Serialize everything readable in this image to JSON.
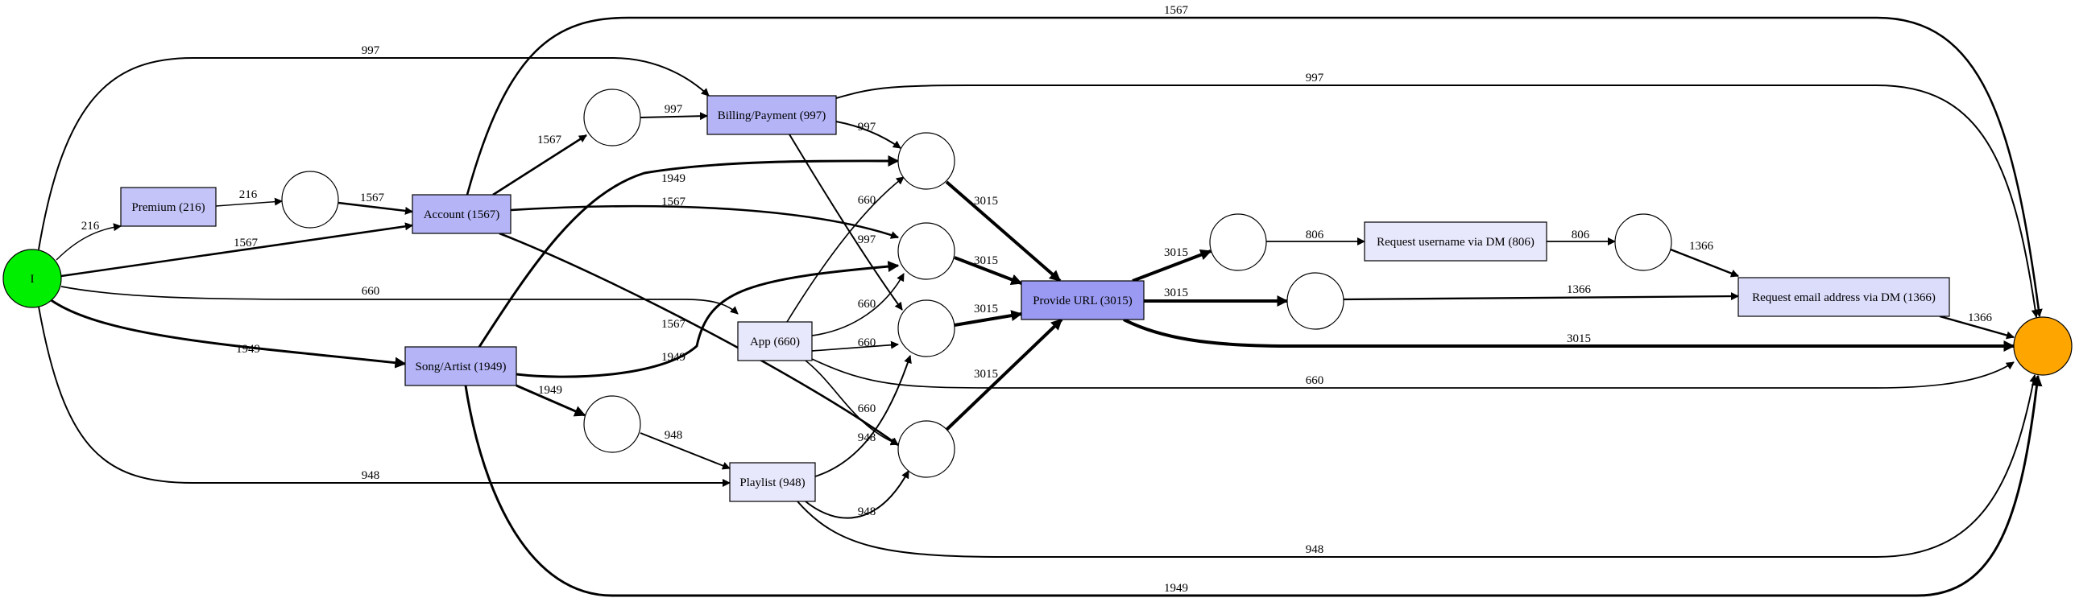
{
  "colors": {
    "start_place": "#00ee00",
    "end_place": "#ffa500",
    "stroke": "#000000",
    "activity_fills": [
      "#c4c4f9",
      "#b4b4f7",
      "#9a9af2",
      "#e8e8fc",
      "#dcdcfb"
    ]
  },
  "start_place": {
    "label": "I"
  },
  "activities": [
    {
      "id": "premium",
      "label": "Premium (216)",
      "count": 216
    },
    {
      "id": "account",
      "label": "Account (1567)",
      "count": 1567
    },
    {
      "id": "billing",
      "label": "Billing/Payment (997)",
      "count": 997
    },
    {
      "id": "song",
      "label": "Song/Artist (1949)",
      "count": 1949
    },
    {
      "id": "app",
      "label": "App (660)",
      "count": 660
    },
    {
      "id": "playlist",
      "label": "Playlist (948)",
      "count": 948
    },
    {
      "id": "provide",
      "label": "Provide URL (3015)",
      "count": 3015
    },
    {
      "id": "username",
      "label": "Request username via DM (806)",
      "count": 806
    },
    {
      "id": "email",
      "label": "Request email address via DM (1366)",
      "count": 1366
    }
  ],
  "edges": [
    {
      "from": "start",
      "to": "premium",
      "label": "216"
    },
    {
      "from": "premium",
      "to": "p1",
      "label": "216"
    },
    {
      "from": "p1",
      "to": "account",
      "label": "1567"
    },
    {
      "from": "start",
      "to": "account",
      "label": "1567"
    },
    {
      "from": "start",
      "to": "billing",
      "label": "997"
    },
    {
      "from": "start",
      "to": "app",
      "label": "660"
    },
    {
      "from": "start",
      "to": "song",
      "label": "1949"
    },
    {
      "from": "start",
      "to": "playlist",
      "label": "948"
    },
    {
      "from": "account",
      "to": "p2",
      "label": "1567"
    },
    {
      "from": "p2",
      "to": "billing",
      "label": "997"
    },
    {
      "from": "account",
      "to": "p5",
      "label": "1567"
    },
    {
      "from": "account",
      "to": "p7",
      "label": "1567"
    },
    {
      "from": "account",
      "to": "end",
      "label": "1567"
    },
    {
      "from": "billing",
      "to": "p4",
      "label": "997"
    },
    {
      "from": "billing",
      "to": "p6",
      "label": "997"
    },
    {
      "from": "billing",
      "to": "end",
      "label": "997"
    },
    {
      "from": "song",
      "to": "p4",
      "label": "1949"
    },
    {
      "from": "song",
      "to": "p5",
      "label": "1949"
    },
    {
      "from": "song",
      "to": "p3",
      "label": "1949"
    },
    {
      "from": "song",
      "to": "end",
      "label": "1949"
    },
    {
      "from": "p3",
      "to": "playlist",
      "label": "948"
    },
    {
      "from": "app",
      "to": "p4",
      "label": "660"
    },
    {
      "from": "app",
      "to": "p5",
      "label": "660"
    },
    {
      "from": "app",
      "to": "p6",
      "label": "660"
    },
    {
      "from": "app",
      "to": "p7",
      "label": "660"
    },
    {
      "from": "app",
      "to": "end",
      "label": "660"
    },
    {
      "from": "playlist",
      "to": "p6",
      "label": "948"
    },
    {
      "from": "playlist",
      "to": "p7",
      "label": "948"
    },
    {
      "from": "playlist",
      "to": "end",
      "label": "948"
    },
    {
      "from": "p4",
      "to": "provide",
      "label": "3015"
    },
    {
      "from": "p5",
      "to": "provide",
      "label": "3015"
    },
    {
      "from": "p6",
      "to": "provide",
      "label": "3015"
    },
    {
      "from": "p7",
      "to": "provide",
      "label": "3015"
    },
    {
      "from": "provide",
      "to": "p8",
      "label": "3015"
    },
    {
      "from": "provide",
      "to": "p9",
      "label": "3015"
    },
    {
      "from": "provide",
      "to": "end",
      "label": "3015"
    },
    {
      "from": "p8",
      "to": "username",
      "label": "806"
    },
    {
      "from": "username",
      "to": "p10",
      "label": "806"
    },
    {
      "from": "p10",
      "to": "email",
      "label": "1366"
    },
    {
      "from": "p9",
      "to": "email",
      "label": "1366"
    },
    {
      "from": "email",
      "to": "end",
      "label": "1366"
    }
  ]
}
